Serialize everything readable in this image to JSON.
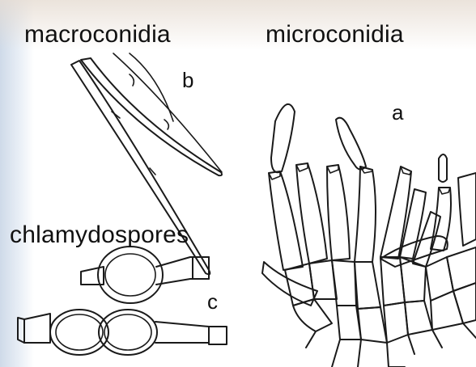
{
  "labels": {
    "macroconidia": "macroconidia",
    "microconidia": "microconidia",
    "chlamydospores": "chlamydospores"
  },
  "panel_letters": {
    "a": "a",
    "b": "b",
    "c": "c"
  }
}
